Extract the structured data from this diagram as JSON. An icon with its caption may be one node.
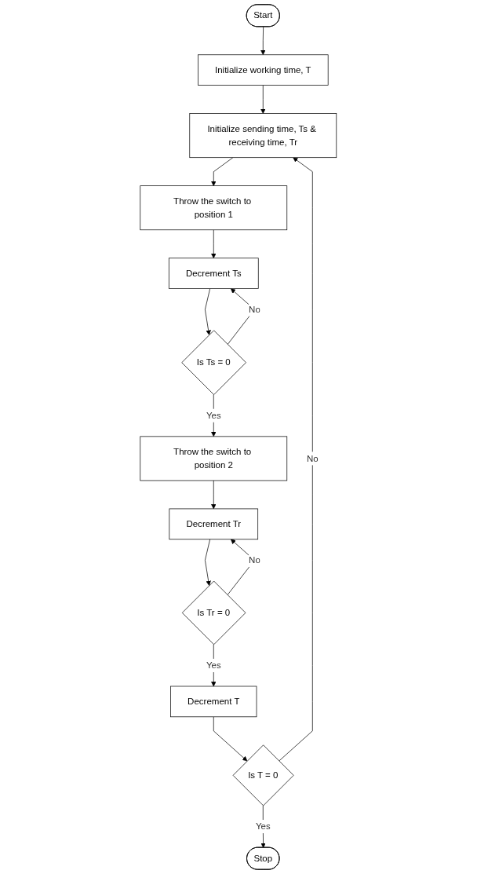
{
  "diagram": {
    "nodes": [
      {
        "text": [
          "Start"
        ]
      },
      {
        "text": [
          "Initialize working time, T"
        ]
      },
      {
        "text": [
          "Initialize sending time, Ts & receiving time, Tr"
        ]
      },
      {
        "text": [
          "Throw the switch to position 1"
        ]
      },
      {
        "text": [
          "Decrement Ts"
        ]
      },
      {
        "text": [
          "Is Ts = 0"
        ]
      },
      {
        "text": [
          "Throw the switch to position 2"
        ]
      },
      {
        "text": [
          "Decrement Tr"
        ]
      },
      {
        "text": [
          "Is Tr = 0"
        ]
      },
      {
        "text": [
          "Decrement T"
        ]
      },
      {
        "text": [
          "Is T = 0"
        ]
      },
      {
        "text": [
          "Stop"
        ]
      }
    ],
    "edges": [
      {
        "from": 0,
        "to": 1,
        "arrow": "to"
      },
      {
        "from": 1,
        "to": 2,
        "arrow": "to"
      },
      {
        "from": 2,
        "to": 3,
        "arrow": "to"
      },
      {
        "from": 3,
        "to": 4,
        "arrow": "to"
      },
      {
        "from": 4,
        "to": 5,
        "arrow": "to"
      },
      {
        "from": 5,
        "to": 4,
        "label": "No",
        "arrow": "to"
      },
      {
        "from": 5,
        "to": 6,
        "label": "Yes",
        "arrow": "to"
      },
      {
        "from": 6,
        "to": 7,
        "arrow": "to"
      },
      {
        "from": 7,
        "to": 8,
        "arrow": "to"
      },
      {
        "from": 8,
        "to": 7,
        "label": "No",
        "arrow": "to"
      },
      {
        "from": 8,
        "to": 9,
        "label": "Yes",
        "arrow": "to"
      },
      {
        "from": 9,
        "to": 10,
        "arrow": "to"
      },
      {
        "from": 10,
        "to": 2,
        "label": "No",
        "arrow": "to"
      },
      {
        "from": 10,
        "to": 11,
        "label": "Yes",
        "arrow": "to"
      }
    ]
  }
}
